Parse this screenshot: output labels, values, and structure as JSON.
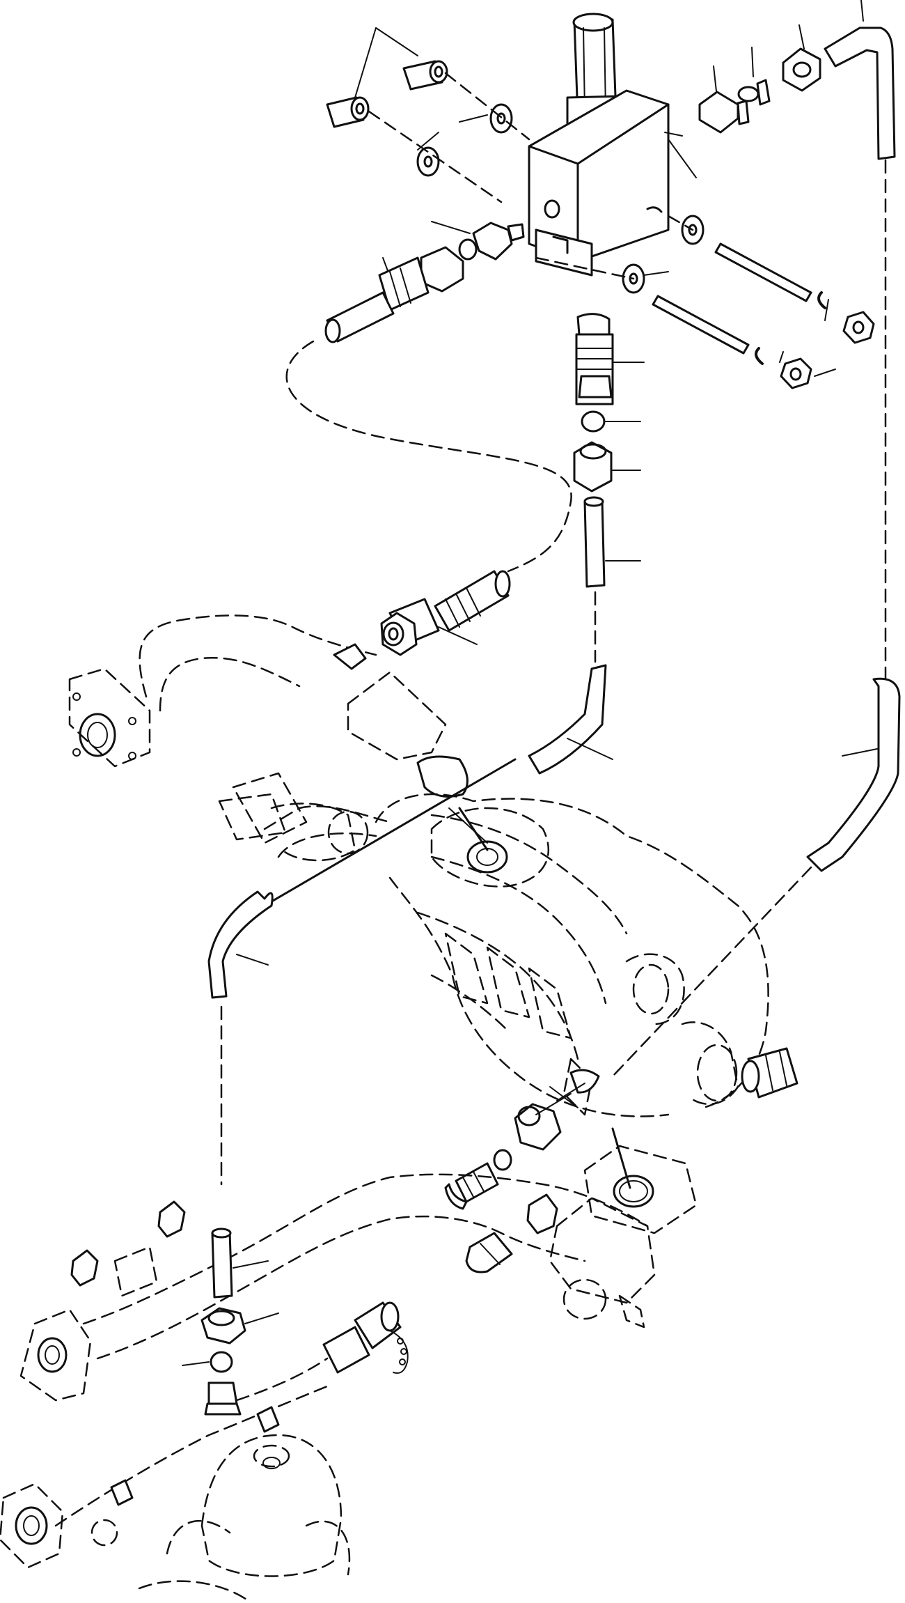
{
  "drawing": {
    "ink_color": "#111111",
    "paper_color": "#ffffff",
    "parts": [
      "bushing",
      "washer",
      "relief-valve-block",
      "fitting",
      "nut",
      "sleeve",
      "tube",
      "hose",
      "stud",
      "lock-washer",
      "control-valve",
      "pump",
      "flange",
      "coupler"
    ]
  }
}
